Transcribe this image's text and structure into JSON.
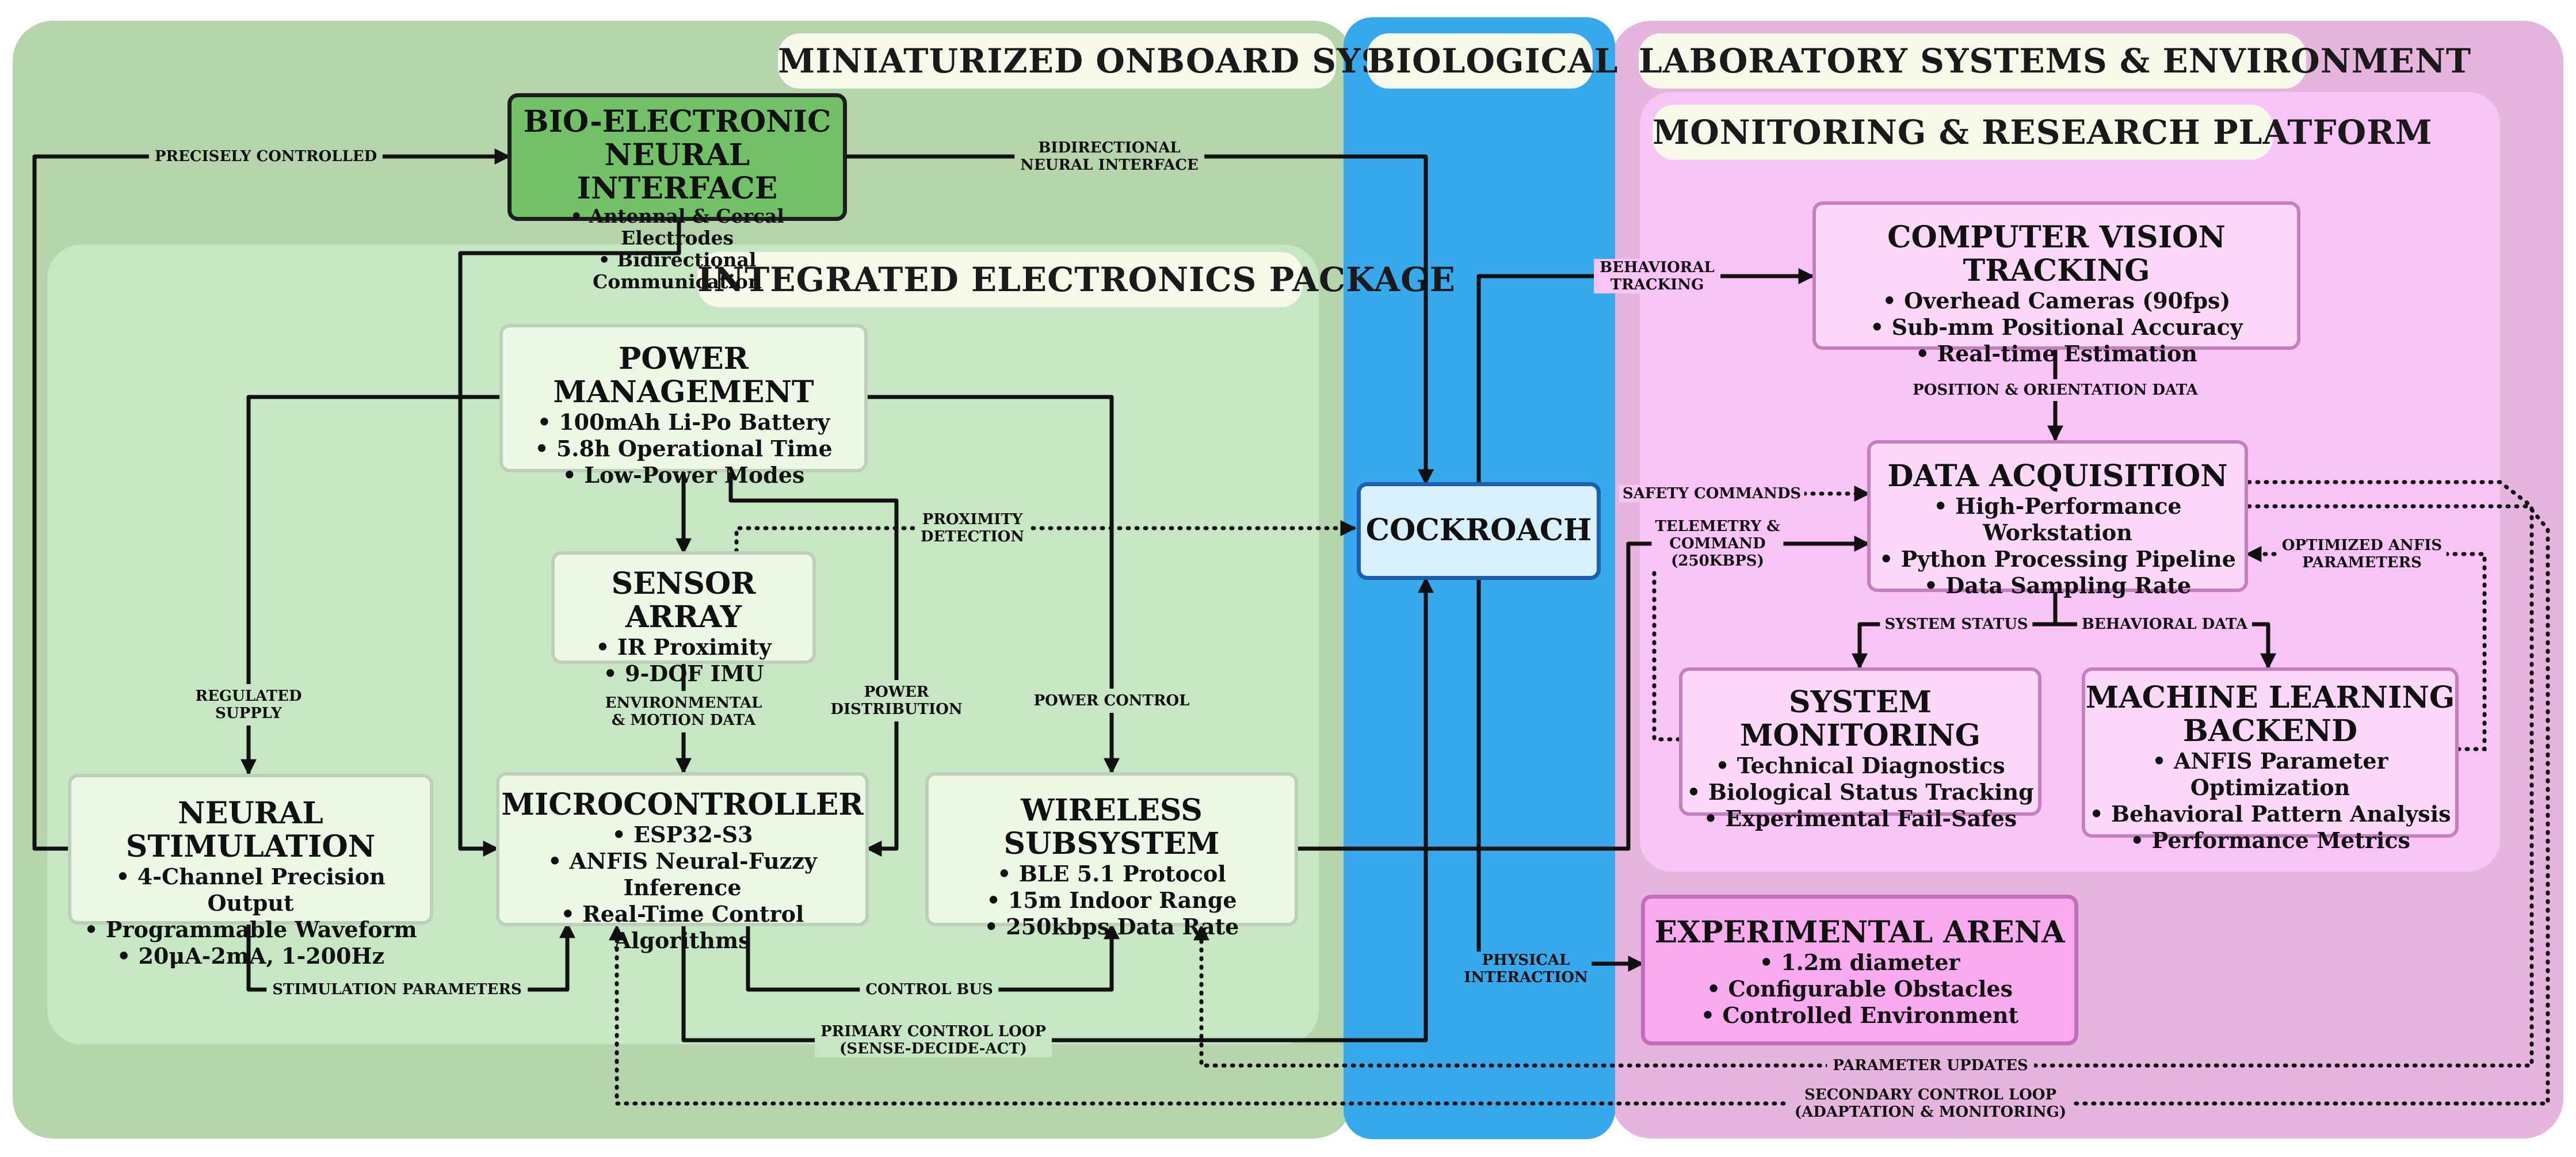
{
  "sections": {
    "onboard": "MINIATURIZED ONBOARD SYSTEM",
    "biological": "BIOLOGICAL",
    "lab": "LABORATORY SYSTEMS & ENVIRONMENT",
    "electronics": "INTEGRATED ELECTRONICS PACKAGE",
    "monitoring": "MONITORING & RESEARCH PLATFORM"
  },
  "nodes": {
    "bio_interface": {
      "title_1": "BIO-ELECTRONIC",
      "title_2": "NEURAL INTERFACE",
      "items": [
        "Antennal & Cercal Electrodes",
        "Bidirectional Communication"
      ]
    },
    "power": {
      "title": "POWER MANAGEMENT",
      "items": [
        "100mAh Li-Po Battery",
        "5.8h Operational Time",
        "Low-Power Modes"
      ]
    },
    "sensor": {
      "title": "SENSOR ARRAY",
      "items": [
        "IR Proximity",
        "9-DOF IMU"
      ]
    },
    "stim": {
      "title": "NEURAL STIMULATION",
      "items": [
        "4-Channel Precision Output",
        "Programmable Waveform",
        "20μA-2mA, 1-200Hz"
      ]
    },
    "mcu": {
      "title": "MICROCONTROLLER",
      "items": [
        "ESP32-S3",
        "ANFIS Neural-Fuzzy Inference",
        "Real-Time Control Algorithms"
      ]
    },
    "wireless": {
      "title": "WIRELESS SUBSYSTEM",
      "items": [
        "BLE 5.1 Protocol",
        "15m Indoor Range",
        "250kbps Data Rate"
      ]
    },
    "cockroach": {
      "title": "COCKROACH"
    },
    "vision": {
      "title": "COMPUTER VISION TRACKING",
      "items": [
        "Overhead Cameras (90fps)",
        "Sub-mm Positional Accuracy",
        "Real-time Estimation"
      ]
    },
    "daq": {
      "title": "DATA ACQUISITION",
      "items": [
        "High-Performance Workstation",
        "Python Processing Pipeline",
        "Data Sampling Rate"
      ]
    },
    "sysmon": {
      "title": "SYSTEM MONITORING",
      "items": [
        "Technical Diagnostics",
        "Biological Status Tracking",
        "Experimental Fail-Safes"
      ]
    },
    "ml": {
      "title_1": "MACHINE LEARNING",
      "title_2": "BACKEND",
      "items": [
        "ANFIS Parameter Optimization",
        "Behavioral Pattern Analysis",
        "Performance Metrics"
      ]
    },
    "arena": {
      "title": "EXPERIMENTAL ARENA",
      "items": [
        "1.2m diameter",
        "Configurable Obstacles",
        "Controlled Environment"
      ]
    }
  },
  "edge_labels": {
    "precisely_controlled": "PRECISELY CONTROLLED",
    "bidir_1": "BIDIRECTIONAL",
    "bidir_2": "NEURAL INTERFACE",
    "proximity_1": "PROXIMITY",
    "proximity_2": "DETECTION",
    "regulated_1": "REGULATED",
    "regulated_2": "SUPPLY",
    "env_1": "ENVIRONMENTAL",
    "env_2": "& MOTION DATA",
    "powerdist_1": "POWER",
    "powerdist_2": "DISTRIBUTION",
    "power_control": "POWER CONTROL",
    "stim_params": "STIMULATION PARAMETERS",
    "control_bus": "CONTROL BUS",
    "primary_1": "PRIMARY CONTROL LOOP",
    "primary_2": "(SENSE-DECIDE-ACT)",
    "behavioral_1": "BEHAVIORAL",
    "behavioral_2": "TRACKING",
    "pos_orient": "POSITION & ORIENTATION DATA",
    "safety": "SAFETY COMMANDS",
    "telemetry_1": "TELEMETRY &",
    "telemetry_2": "COMMAND",
    "telemetry_3": "(250KBPS)",
    "optimized_1": "OPTIMIZED ANFIS",
    "optimized_2": "PARAMETERS",
    "system_status": "SYSTEM STATUS",
    "behavioral_data": "BEHAVIORAL DATA",
    "physical_1": "PHYSICAL",
    "physical_2": "INTERACTION",
    "param_updates": "PARAMETER UPDATES",
    "secondary_1": "SECONDARY CONTROL LOOP",
    "secondary_2": "(ADAPTATION & MONITORING)"
  }
}
